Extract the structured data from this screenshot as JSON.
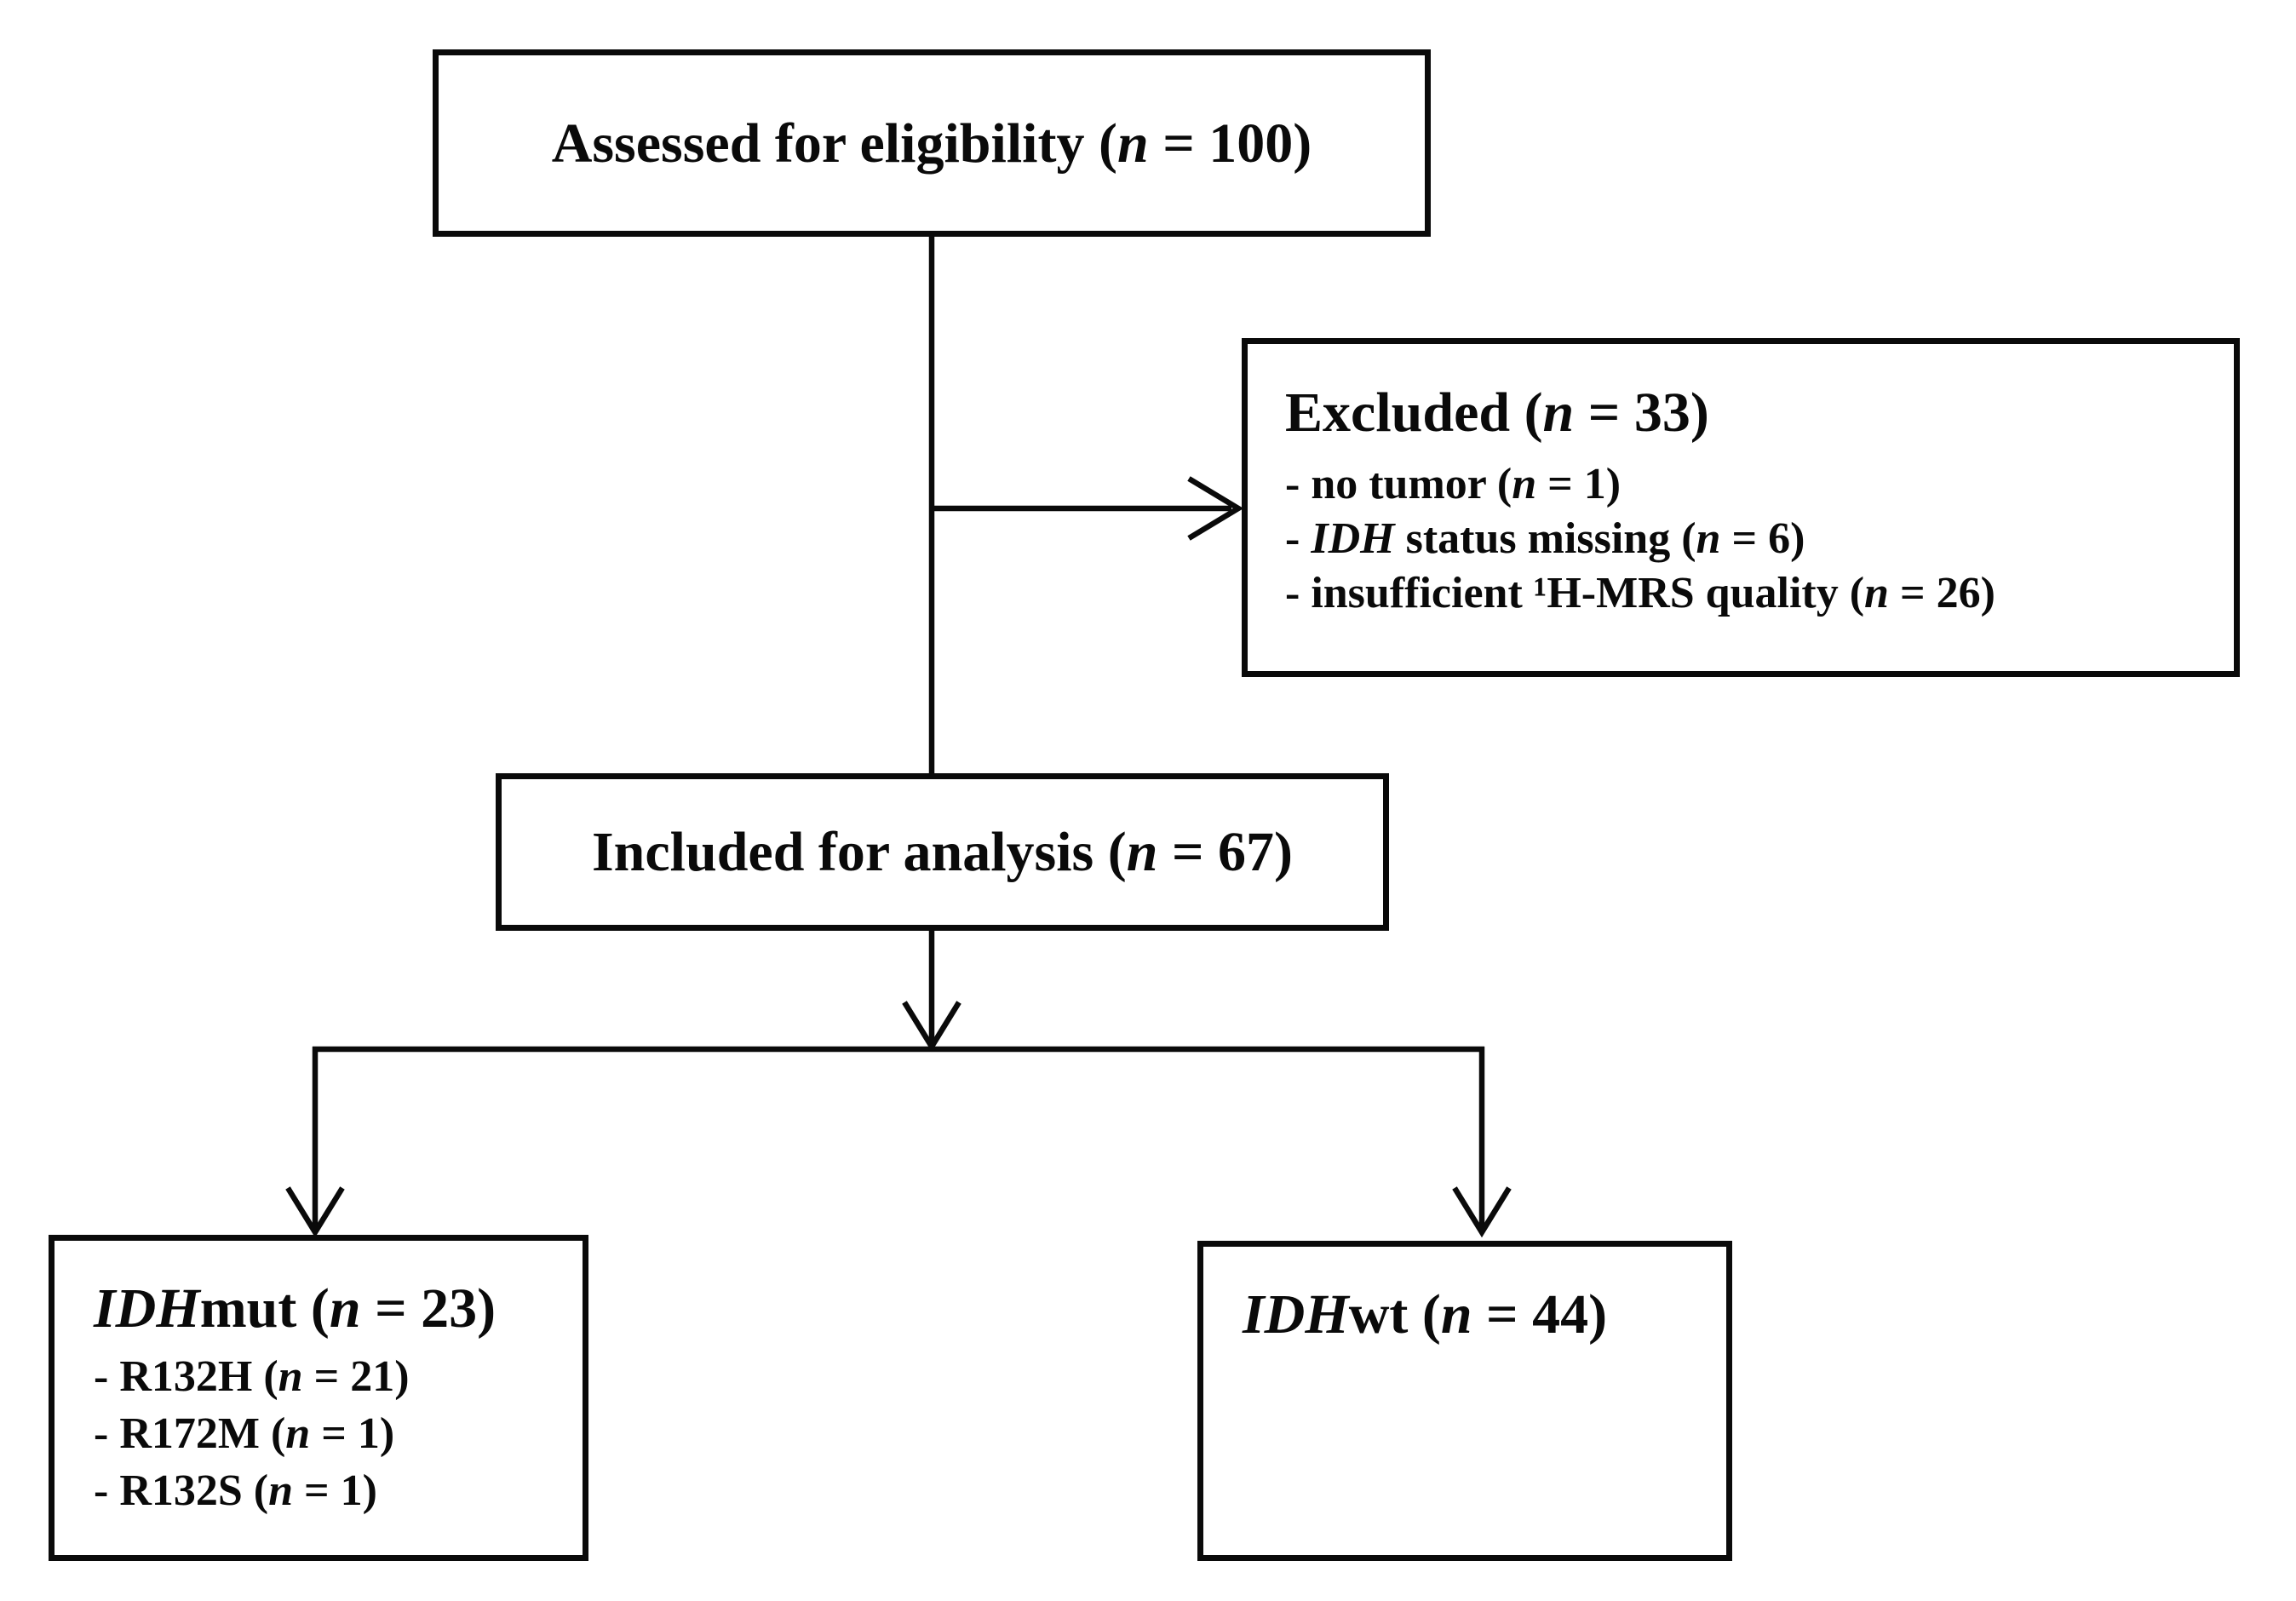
{
  "figure": {
    "type": "flow-diagram",
    "description_labels": {
      "top": "Assessed for eligibility",
      "excluded": "Excluded",
      "included": "Included for analysis",
      "left_branch": "IDHmut",
      "right_branch": "IDHwt"
    }
  },
  "colors": {
    "ink": "#0a0a0a",
    "background": "#ffffff"
  },
  "boxes": {
    "assessed": {
      "title": [
        "Assessed for eligibility (",
        "n",
        " = 100)"
      ]
    },
    "excluded": {
      "title": [
        "Excluded (",
        "n",
        " = 33)"
      ],
      "items": [
        [
          "- no tumor (",
          "n",
          " = 1)"
        ],
        [
          "- ",
          "IDH",
          " status missing (",
          "n",
          " = 6)"
        ],
        [
          "- insufficient ¹H-MRS quality (",
          "n",
          " = 26)"
        ]
      ]
    },
    "included": {
      "title": [
        "Included for analysis (",
        "n",
        " = 67)"
      ]
    },
    "idhmut": {
      "title": [
        "IDH",
        "mut (",
        "n",
        " = 23)"
      ],
      "items": [
        [
          "- R132H (",
          "n",
          " = 21)"
        ],
        [
          "- R172M (",
          "n",
          " = 1)"
        ],
        [
          "- R132S (",
          "n",
          " = 1)"
        ]
      ]
    },
    "idhwt": {
      "title": [
        "IDH",
        "wt (",
        "n",
        " = 44)"
      ]
    }
  }
}
